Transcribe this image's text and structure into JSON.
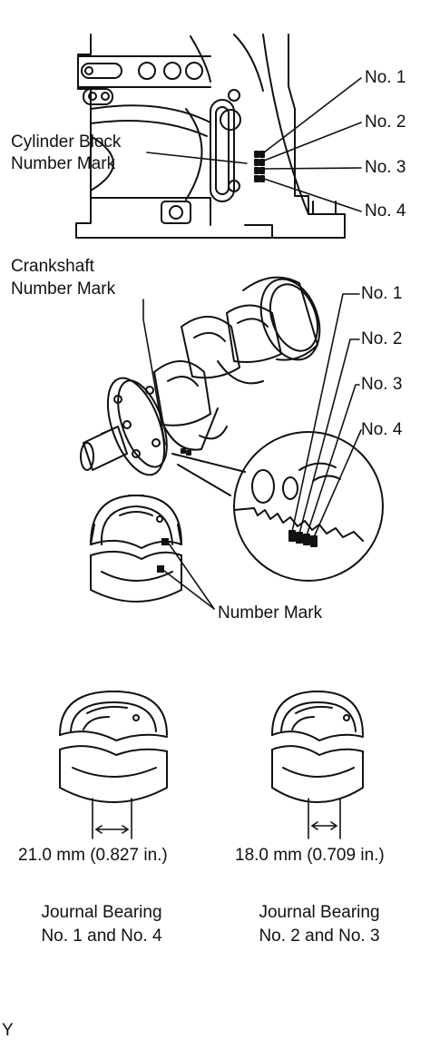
{
  "block": {
    "label_line1": "Cylinder Block",
    "label_line2": "Number Mark",
    "numbers": [
      "No. 1",
      "No. 2",
      "No. 3",
      "No. 4"
    ]
  },
  "crankshaft": {
    "label_line1": "Crankshaft",
    "label_line2": "Number Mark",
    "numbers": [
      "No. 1",
      "No. 2",
      "No. 3",
      "No. 4"
    ]
  },
  "bearing": {
    "number_mark": "Number Mark"
  },
  "journal_left": {
    "dimension": "21.0 mm (0.827 in.)",
    "caption_line1": "Journal Bearing",
    "caption_line2": "No. 1 and No. 4"
  },
  "journal_right": {
    "dimension": "18.0 mm (0.709 in.)",
    "caption_line1": "Journal Bearing",
    "caption_line2": "No. 2 and No. 3"
  },
  "footer_code": "Y"
}
